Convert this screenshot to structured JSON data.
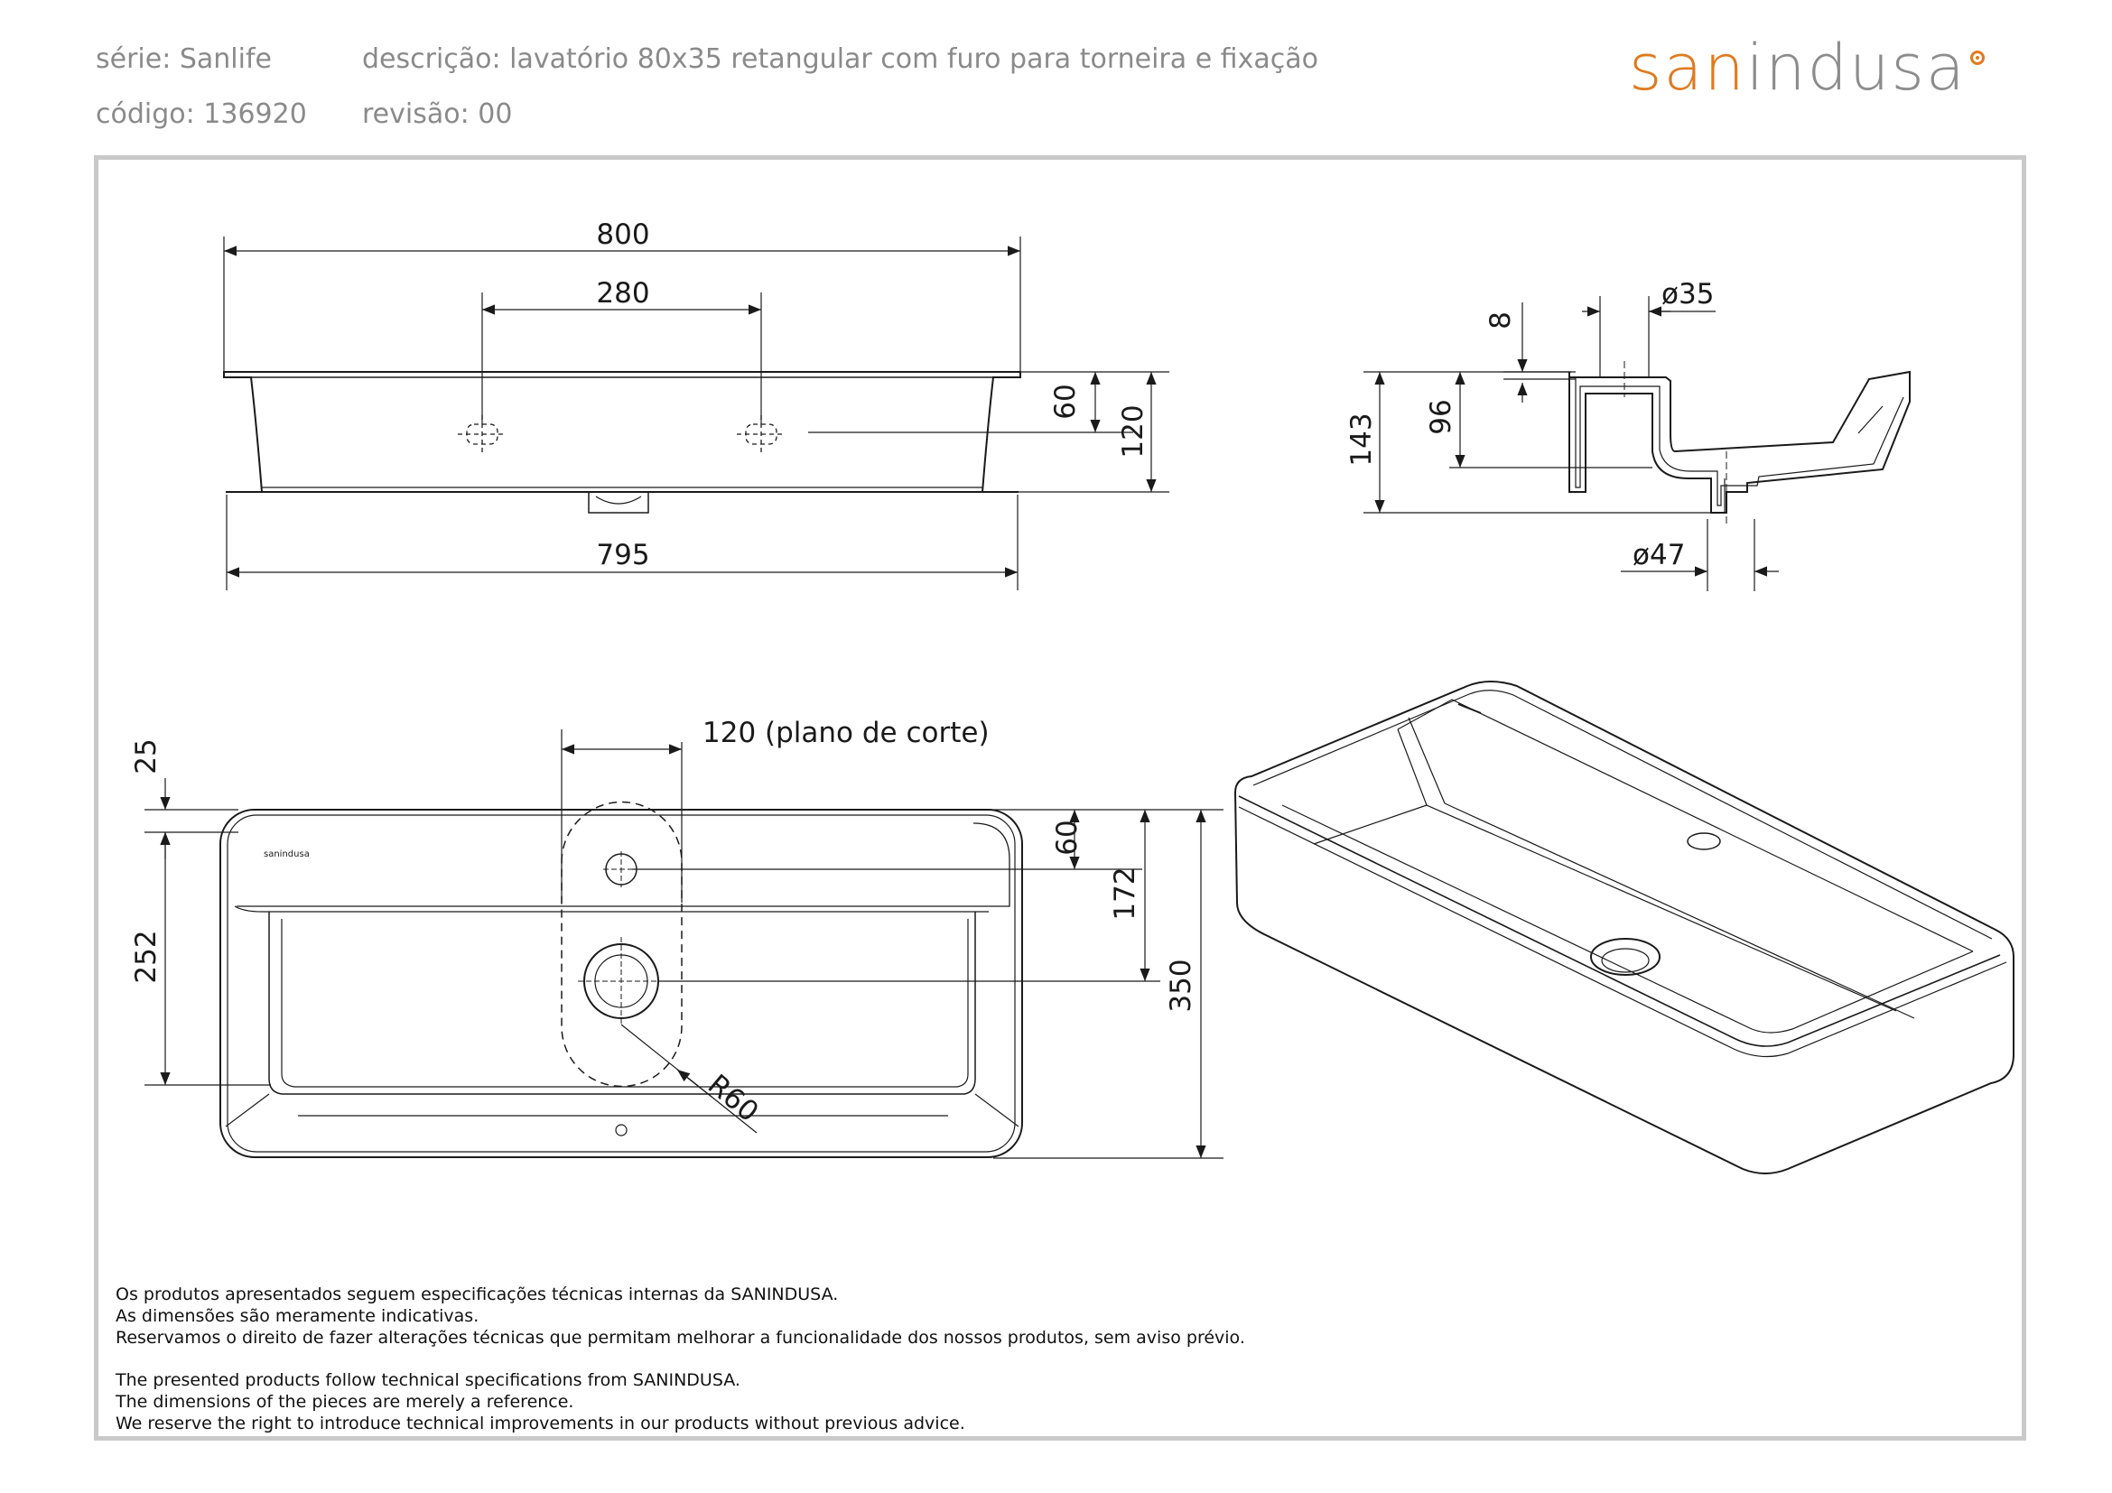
{
  "header": {
    "series": "série: Sanlife",
    "description": "descrição: lavatório 80x35 retangular com furo para torneira e fixação",
    "code": "código: 136920",
    "revision": "revisão: 00"
  },
  "logo": {
    "part1": "san",
    "part2": "indusa"
  },
  "colors": {
    "brand_orange": "#e07a1f",
    "header_gray": "#8a8a8a",
    "frame_gray": "#c9c9c9",
    "line": "#1a1a1a"
  },
  "dimensions": {
    "front_width": "800",
    "hole_spacing": "280",
    "front_hole_height": "60",
    "front_height": "120",
    "front_bottom_width": "795",
    "side_total_height": "143",
    "side_basin_depth": "96",
    "side_rim": "8",
    "tap_hole_diameter": "ø35",
    "drain_diameter": "ø47",
    "plan_cut": "120 (plano de corte)",
    "plan_rim": "25",
    "plan_depth_inner": "252",
    "plan_tap_offset": "60",
    "plan_drain_offset": "172",
    "plan_total_depth": "350",
    "radius": "R60"
  },
  "plan_logo_text": "sanindusa",
  "notes": {
    "pt": [
      "Os produtos apresentados seguem especificações técnicas internas da SANINDUSA.",
      "As dimensões são meramente indicativas.",
      "Reservamos o direito de fazer alterações técnicas que permitam melhorar a funcionalidade dos nossos produtos, sem aviso prévio."
    ],
    "en": [
      "The presented products follow technical specifications from SANINDUSA.",
      "The dimensions of the pieces are merely a reference.",
      "We reserve the right to introduce technical improvements in our products without previous advice."
    ]
  }
}
